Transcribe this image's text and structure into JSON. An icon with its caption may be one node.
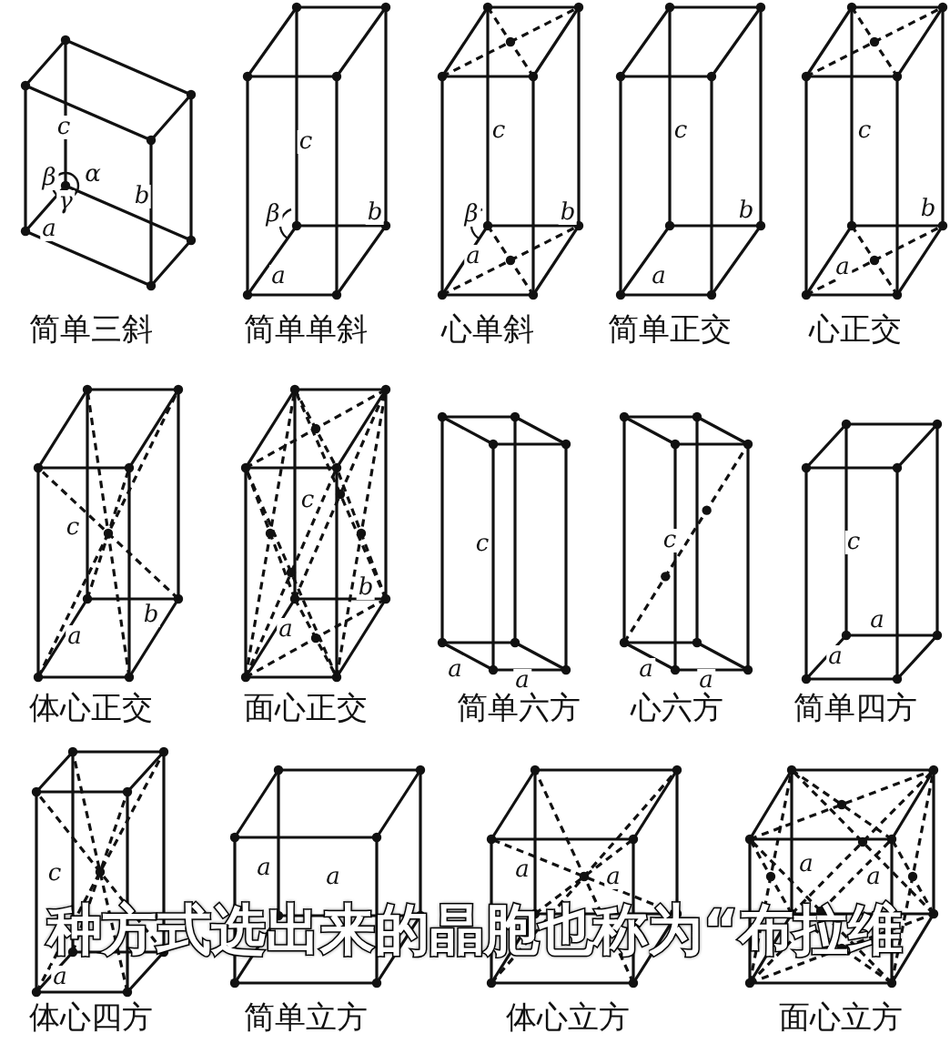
{
  "diagram": {
    "labels": [
      "c",
      "β",
      "α",
      "γ",
      "b",
      "a",
      "简单三斜",
      "c",
      "β",
      "b",
      "a",
      "简单单斜",
      "c",
      "β",
      "b",
      "a",
      "心单斜",
      "c",
      "b",
      "a",
      "简单正交",
      "c",
      "b",
      "a",
      "心正交",
      "c",
      "b",
      "a",
      "体心正交",
      "c",
      "b",
      "a",
      "面心正交",
      "c",
      "a",
      "a",
      "简单六方",
      "c",
      "a",
      "a",
      "心六方",
      "c",
      "a",
      "a",
      "简单四方",
      "c",
      "a",
      "体心四方",
      "a",
      "a",
      "简单立方",
      "a",
      "a",
      "体心立方",
      "a",
      "a",
      "面心立方",
      "种方式选出来的晶胞也称为“布拉维"
    ]
  }
}
